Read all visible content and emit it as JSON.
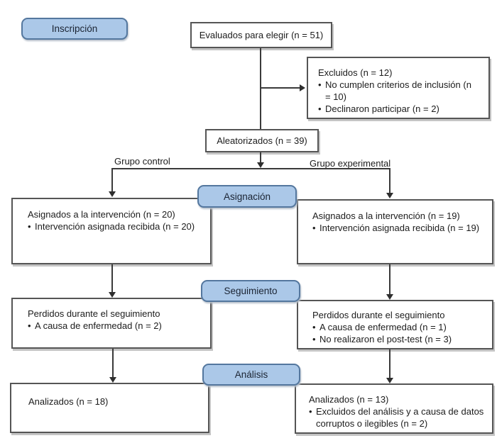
{
  "diagram": {
    "stage_labels": {
      "enrollment": "Inscripción",
      "allocation": "Asignación",
      "followup": "Seguimiento",
      "analysis": "Análisis"
    },
    "branch_labels": {
      "control": "Grupo control",
      "experimental": "Grupo experimental"
    },
    "nodes": {
      "assessed": {
        "text": "Evaluados para elegir (n = 51)"
      },
      "excluded": {
        "title": "Excluidos (n = 12)",
        "items": {
          "0": "No cumplen criterios de inclusión (n = 10)",
          "1": "Declinaron participar (n = 2)"
        }
      },
      "randomized": {
        "text": "Aleatorizados (n = 39)"
      },
      "control_allocated": {
        "title": "Asignados a la intervención (n = 20)",
        "items": {
          "0": "Intervención asignada recibida (n = 20)"
        }
      },
      "experimental_allocated": {
        "title": "Asignados a la intervención (n = 19)",
        "items": {
          "0": "Intervención asignada recibida (n = 19)"
        }
      },
      "control_followup": {
        "title": "Perdidos durante el seguimiento",
        "items": {
          "0": "A causa de enfermedad (n = 2)"
        }
      },
      "experimental_followup": {
        "title": "Perdidos durante el seguimiento",
        "items": {
          "0": "A causa de enfermedad (n = 1)",
          "1": "No realizaron el post-test (n = 3)"
        }
      },
      "control_analyzed": {
        "title": "Analizados (n = 18)"
      },
      "experimental_analyzed": {
        "title": "Analizados (n = 13)",
        "items": {
          "0": "Excluidos del análisis y a causa de datos corruptos o ilegibles (n = 2)"
        }
      }
    },
    "colors": {
      "stage_fill": "#abc8e8",
      "stage_border": "#54779e",
      "box_border": "#555555",
      "connector": "#3a3a3a",
      "background": "#ffffff",
      "text": "#1c1c1c"
    }
  }
}
